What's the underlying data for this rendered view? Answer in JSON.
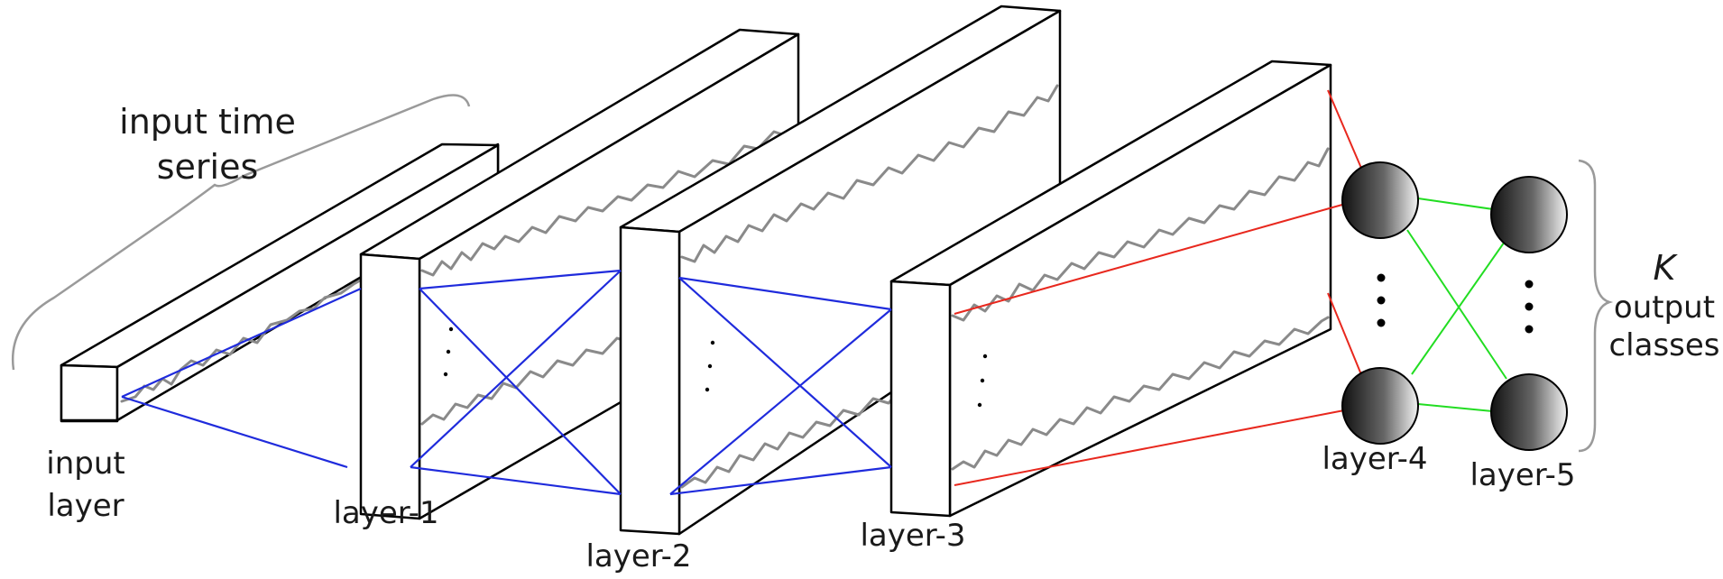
{
  "labels": {
    "input_time_series_line1": "input time",
    "input_time_series_line2": "series",
    "input_layer_line1": "input",
    "input_layer_line2": "layer",
    "layer1": "layer-1",
    "layer2": "layer-2",
    "layer3": "layer-3",
    "layer4": "layer-4",
    "layer5": "layer-5",
    "k_symbol": "K",
    "output_line1": "output",
    "output_line2": "classes"
  },
  "colors": {
    "conv_connections": "#1f2bdc",
    "fc_connections_in": "#e8281e",
    "fc_connections_out": "#22dd22",
    "time_series": "#8a8a8a",
    "brace": "#9a9a9a"
  }
}
